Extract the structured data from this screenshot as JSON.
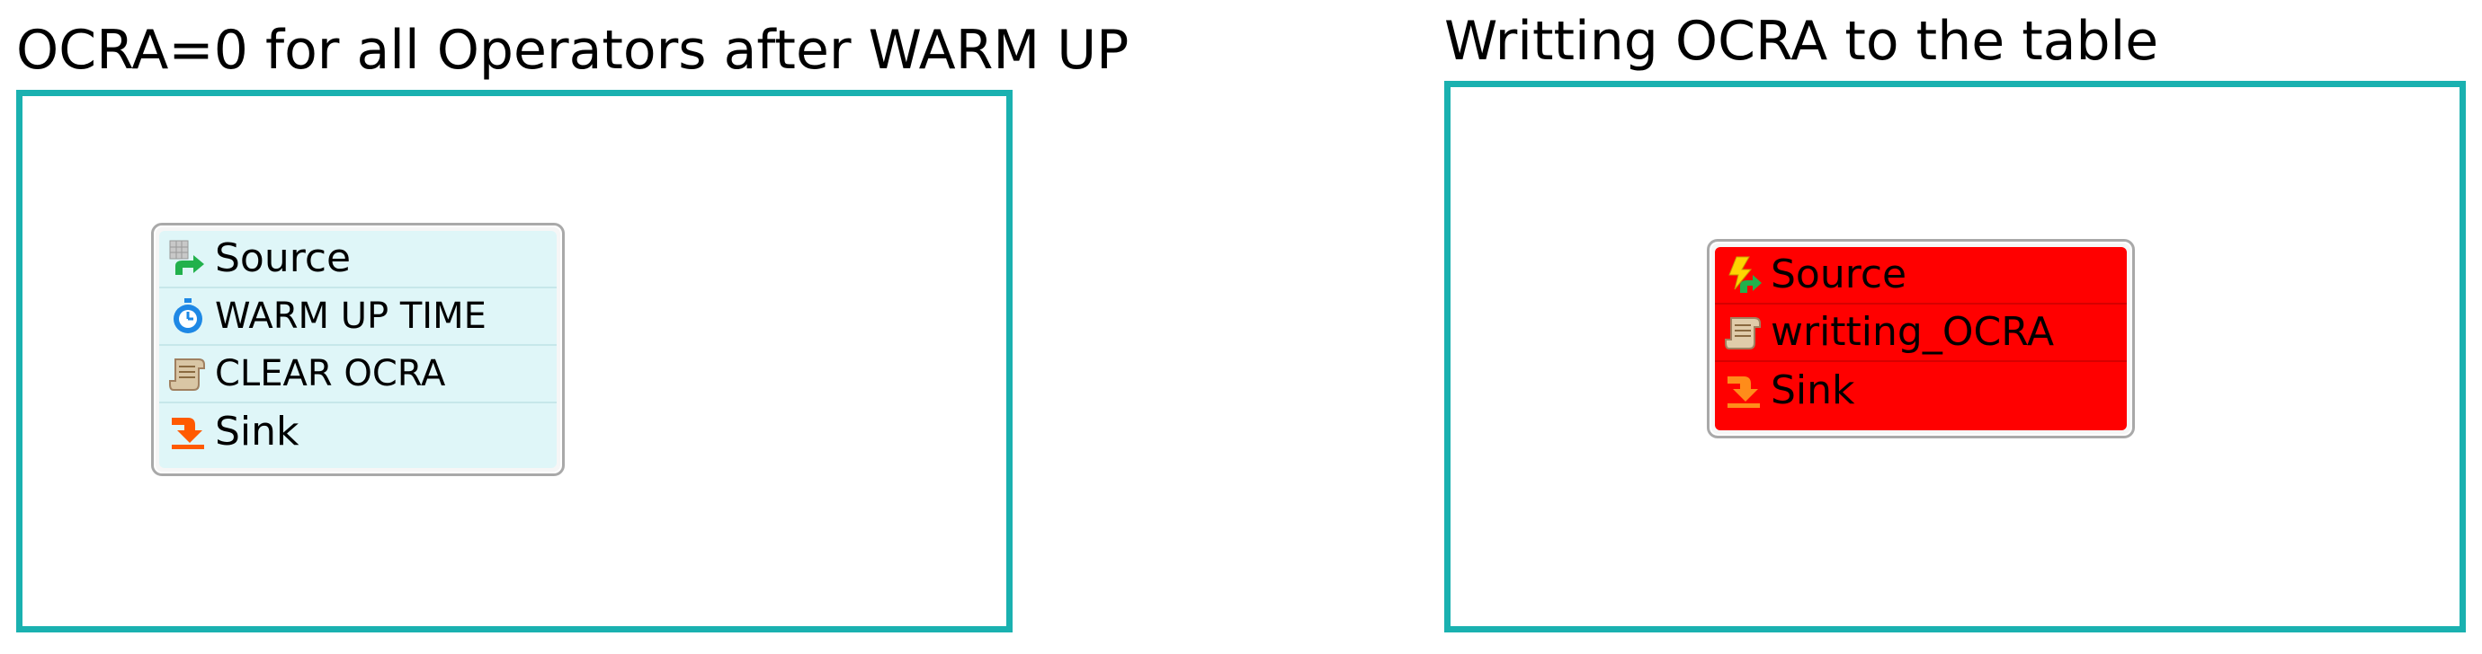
{
  "panels": [
    {
      "title": "OCRA=0 for all Operators after WARM UP",
      "block": {
        "fill": "#dff6f8",
        "operators": [
          {
            "label": "Source",
            "icon": "source-arrow-icon"
          },
          {
            "label": "WARM UP TIME",
            "icon": "stopwatch-icon"
          },
          {
            "label": "CLEAR OCRA",
            "icon": "script-scroll-icon"
          },
          {
            "label": "Sink",
            "icon": "sink-arrow-icon"
          }
        ]
      }
    },
    {
      "title": "Writting OCRA to the table",
      "block": {
        "fill": "#ff0000",
        "operators": [
          {
            "label": "Source",
            "icon": "lightning-source-icon"
          },
          {
            "label": "writting_OCRA",
            "icon": "script-scroll-icon"
          },
          {
            "label": "Sink",
            "icon": "sink-arrow-icon"
          }
        ]
      }
    }
  ],
  "colors": {
    "frame_border": "#1ab1b0",
    "block_border": "#a9a9a9"
  }
}
